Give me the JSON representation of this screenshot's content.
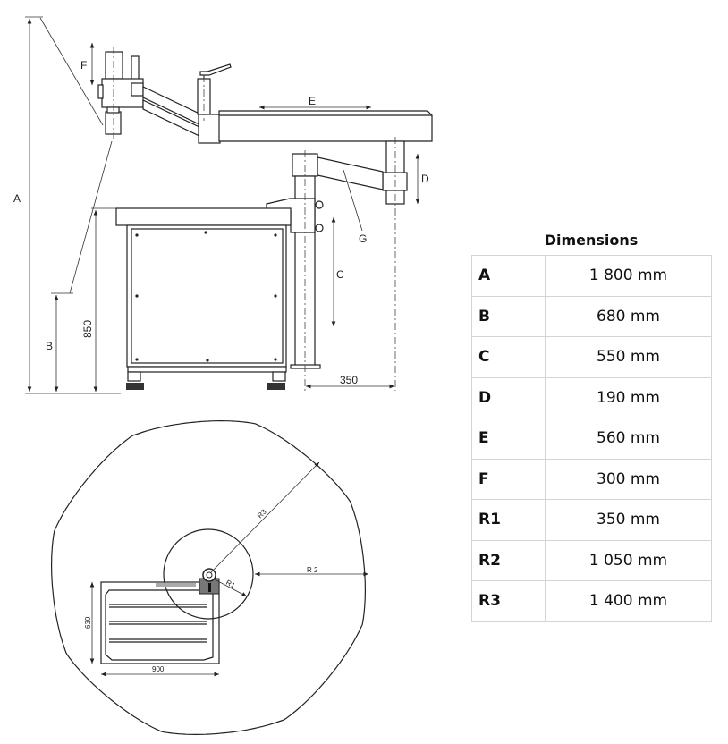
{
  "side_view": {
    "labels": {
      "A": "A",
      "B": "B",
      "C": "C",
      "D": "D",
      "E": "E",
      "F": "F",
      "G": "G"
    },
    "dim_850": "850",
    "dim_350": "350"
  },
  "top_view": {
    "labels": {
      "R1": "R1",
      "R2": "R 2",
      "R3": "R3"
    },
    "dim_630": "630",
    "dim_900": "900"
  },
  "dimensions": {
    "title": "Dimensions",
    "rows": [
      {
        "key": "A",
        "value": "1 800 mm"
      },
      {
        "key": "B",
        "value": "680 mm"
      },
      {
        "key": "C",
        "value": "550 mm"
      },
      {
        "key": "D",
        "value": "190 mm"
      },
      {
        "key": "E",
        "value": "560 mm"
      },
      {
        "key": "F",
        "value": "300 mm"
      },
      {
        "key": "R1",
        "value": "350 mm"
      },
      {
        "key": "R2",
        "value": "1 050 mm"
      },
      {
        "key": "R3",
        "value": "1 400 mm"
      }
    ]
  }
}
